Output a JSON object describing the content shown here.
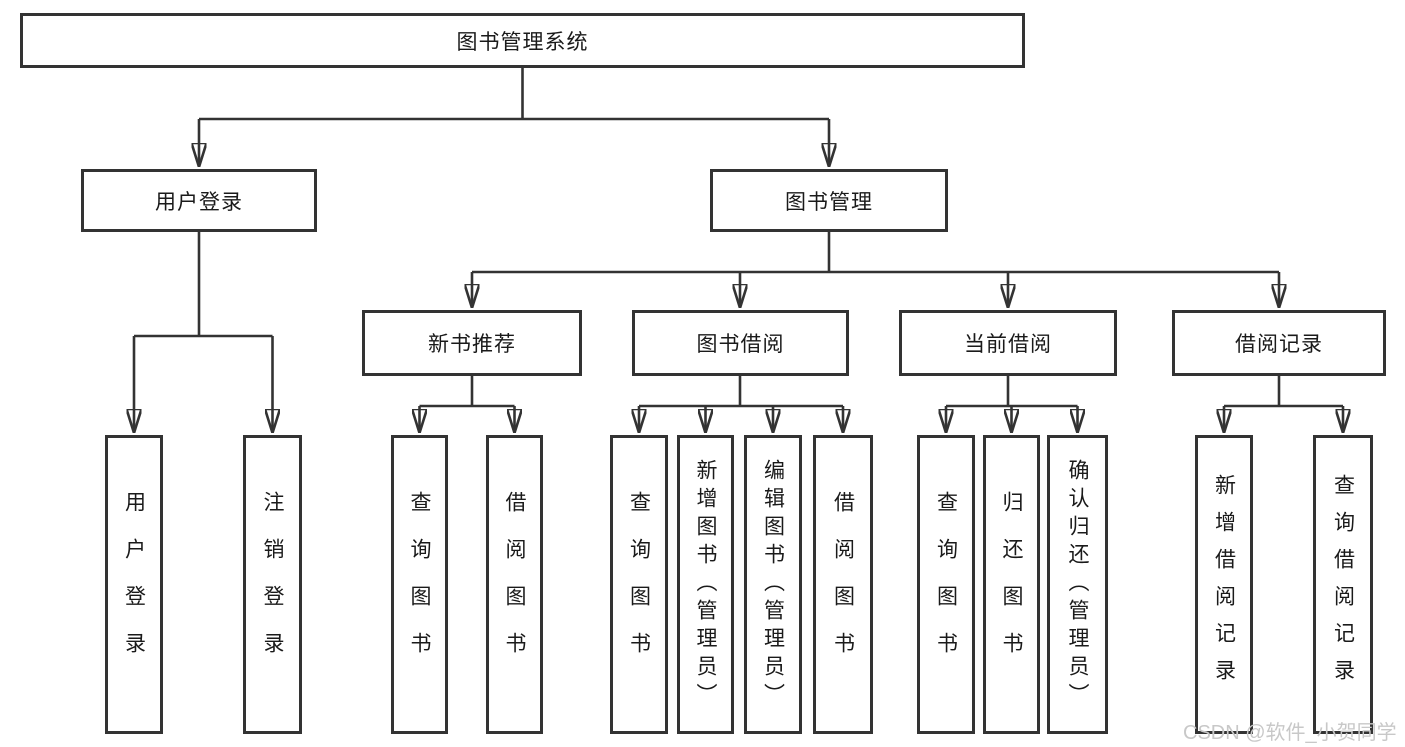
{
  "tree": {
    "label": "图书管理系统",
    "children": [
      {
        "label": "用户登录",
        "children": [
          {
            "label": "用户登录"
          },
          {
            "label": "注销登录"
          }
        ]
      },
      {
        "label": "图书管理",
        "children": [
          {
            "label": "新书推荐",
            "children": [
              {
                "label": "查询图书"
              },
              {
                "label": "借阅图书"
              }
            ]
          },
          {
            "label": "图书借阅",
            "children": [
              {
                "label": "查询图书"
              },
              {
                "label": "新增图书（管理员）"
              },
              {
                "label": "编辑图书（管理员）"
              },
              {
                "label": "借阅图书"
              }
            ]
          },
          {
            "label": "当前借阅",
            "children": [
              {
                "label": "查询图书"
              },
              {
                "label": "归还图书"
              },
              {
                "label": "确认归还（管理员）"
              }
            ]
          },
          {
            "label": "借阅记录",
            "children": [
              {
                "label": "新增借阅记录"
              },
              {
                "label": "查询借阅记录"
              }
            ]
          }
        ]
      }
    ]
  },
  "watermark": {
    "text": "CSDN @软件_小贺同学"
  },
  "colors": {
    "line": "#333333",
    "box_border": "#333333",
    "text": "#1a1a1a",
    "watermark_text": "#c8c8c8",
    "background": "#ffffff"
  }
}
